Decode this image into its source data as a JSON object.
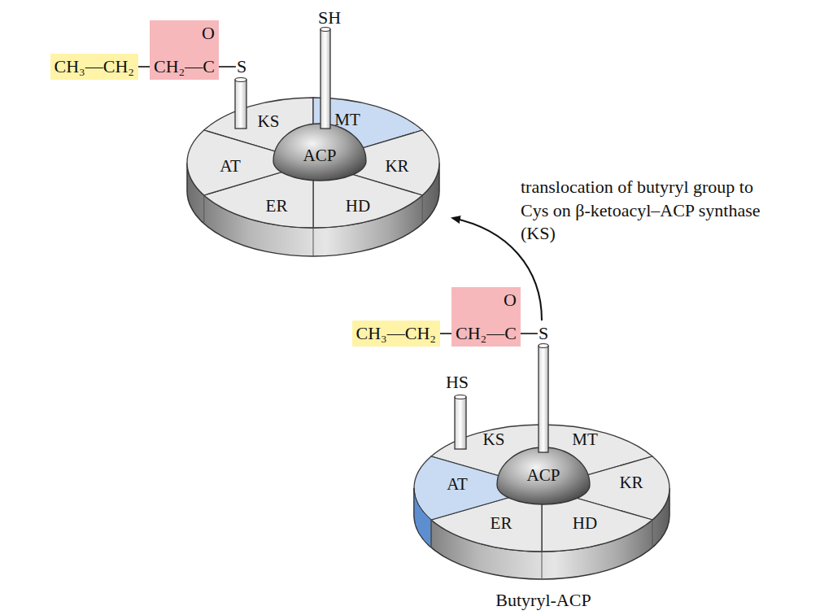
{
  "diagram": {
    "nodes": [
      {
        "text": [
          "CH₃—CH₂"
        ]
      },
      {
        "text": [
          "O",
          "CH₂—C"
        ]
      },
      {
        "text": [
          "CH₃—CH₂"
        ]
      },
      {
        "text": [
          "O",
          "CH₂—C"
        ]
      }
    ],
    "labels": [
      "SH",
      "S",
      "KS",
      "MT",
      "AT",
      "ACP",
      "KR",
      "ER",
      "HD",
      "translocation of butyryl group to Cys on β-ketoacyl–ACP synthase (KS)",
      "S",
      "HS",
      "KS",
      "MT",
      "AT",
      "ACP",
      "KR",
      "ER",
      "HD",
      "Butyryl-ACP"
    ]
  }
}
